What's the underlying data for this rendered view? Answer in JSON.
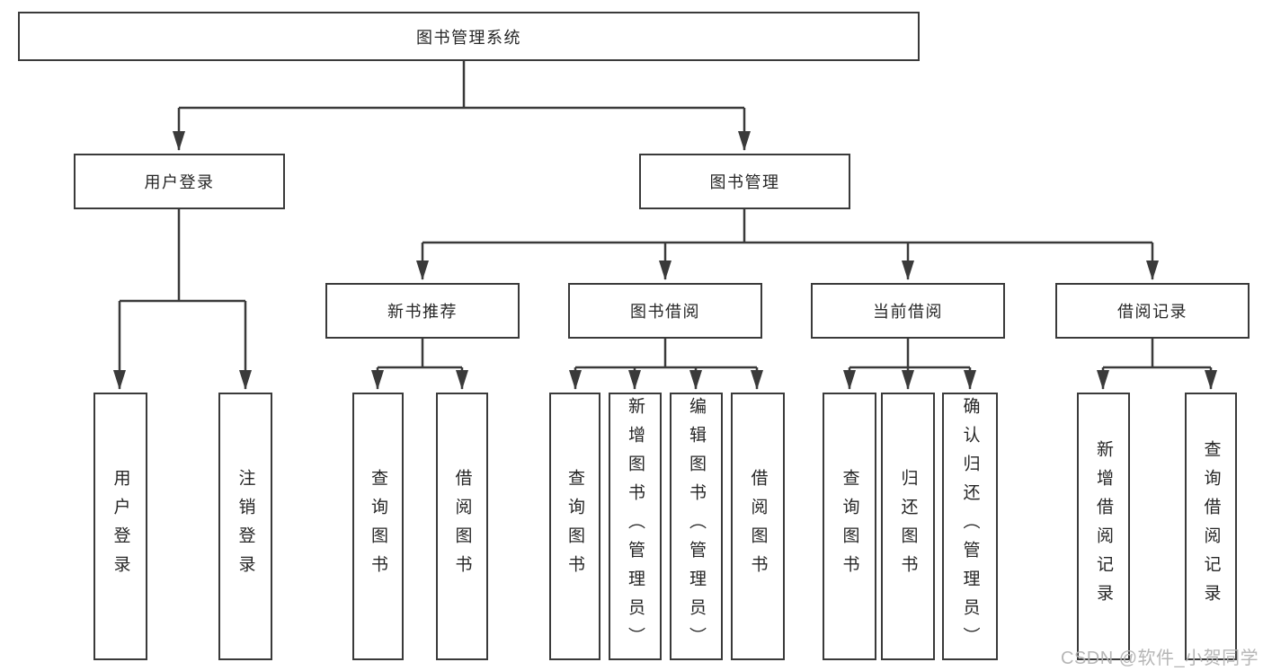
{
  "diagram": {
    "title": "图书管理系统",
    "branches": {
      "user_login": {
        "label": "用户登录",
        "children": {
          "login": "用户登录",
          "logout": "注销登录"
        }
      },
      "book_management": {
        "label": "图书管理",
        "children": {
          "new_book_recommend": {
            "label": "新书推荐",
            "children": {
              "query": "查询图书",
              "borrow": "借阅图书"
            }
          },
          "book_borrowing": {
            "label": "图书借阅",
            "children": {
              "query": "查询图书",
              "add": "新增图书（管理员）",
              "edit": "编辑图书（管理员）",
              "borrow": "借阅图书"
            }
          },
          "current_borrowing": {
            "label": "当前借阅",
            "children": {
              "query": "查询图书",
              "return": "归还图书",
              "confirm": "确认归还（管理员）"
            }
          },
          "borrowing_records": {
            "label": "借阅记录",
            "children": {
              "add_record": "新增借阅记录",
              "query_record": "查询借阅记录"
            }
          }
        }
      }
    }
  },
  "watermark": "CSDN @软件_小贺同学",
  "colors": {
    "line": "#3a3a3a",
    "text": "#262626",
    "background": "#ffffff",
    "watermark": "#b2b2b2"
  }
}
